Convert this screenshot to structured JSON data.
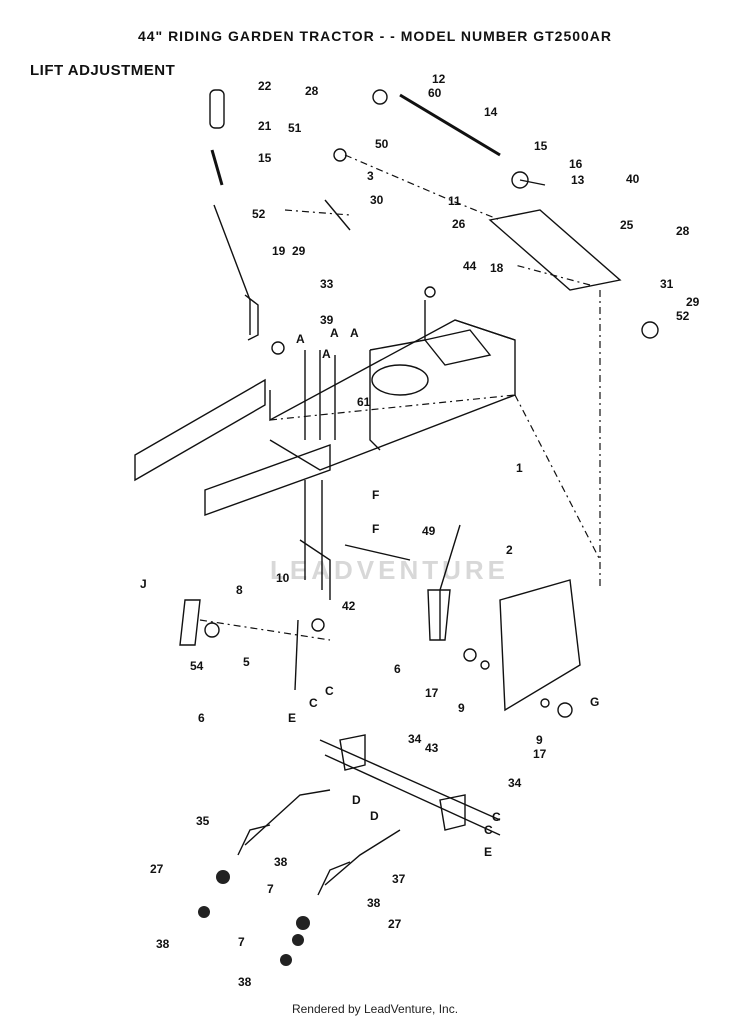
{
  "header": {
    "title": "44\" RIDING GARDEN TRACTOR - - MODEL NUMBER GT2500AR",
    "section": "LIFT ADJUSTMENT"
  },
  "footer": {
    "text": "Rendered by LeadVenture, Inc."
  },
  "watermark": {
    "text": "LEADVENTURE"
  },
  "callouts": [
    {
      "label": "22"
    },
    {
      "label": "28"
    },
    {
      "label": "12"
    },
    {
      "label": "60"
    },
    {
      "label": "21"
    },
    {
      "label": "14"
    },
    {
      "label": "51"
    },
    {
      "label": "50"
    },
    {
      "label": "15"
    },
    {
      "label": "15"
    },
    {
      "label": "16"
    },
    {
      "label": "3"
    },
    {
      "label": "13"
    },
    {
      "label": "40"
    },
    {
      "label": "11"
    },
    {
      "label": "52"
    },
    {
      "label": "30"
    },
    {
      "label": "26"
    },
    {
      "label": "25"
    },
    {
      "label": "28"
    },
    {
      "label": "19"
    },
    {
      "label": "29"
    },
    {
      "label": "18"
    },
    {
      "label": "44"
    },
    {
      "label": "31"
    },
    {
      "label": "33"
    },
    {
      "label": "29"
    },
    {
      "label": "52"
    },
    {
      "label": "39"
    },
    {
      "label": "61"
    },
    {
      "label": "1"
    },
    {
      "label": "49"
    },
    {
      "label": "2"
    },
    {
      "label": "10"
    },
    {
      "label": "8"
    },
    {
      "label": "42"
    },
    {
      "label": "54"
    },
    {
      "label": "5"
    },
    {
      "label": "6"
    },
    {
      "label": "17"
    },
    {
      "label": "9"
    },
    {
      "label": "6"
    },
    {
      "label": "9"
    },
    {
      "label": "17"
    },
    {
      "label": "34"
    },
    {
      "label": "43"
    },
    {
      "label": "34"
    },
    {
      "label": "35"
    },
    {
      "label": "27"
    },
    {
      "label": "38"
    },
    {
      "label": "37"
    },
    {
      "label": "7"
    },
    {
      "label": "38"
    },
    {
      "label": "38"
    },
    {
      "label": "27"
    },
    {
      "label": "7"
    },
    {
      "label": "38"
    }
  ],
  "refs": [
    {
      "label": "A"
    },
    {
      "label": "A"
    },
    {
      "label": "A"
    },
    {
      "label": "A"
    },
    {
      "label": "J"
    },
    {
      "label": "F"
    },
    {
      "label": "F"
    },
    {
      "label": "C"
    },
    {
      "label": "C"
    },
    {
      "label": "D"
    },
    {
      "label": "E"
    },
    {
      "label": "D"
    },
    {
      "label": "C"
    },
    {
      "label": "C"
    },
    {
      "label": "E"
    },
    {
      "label": "G"
    }
  ]
}
